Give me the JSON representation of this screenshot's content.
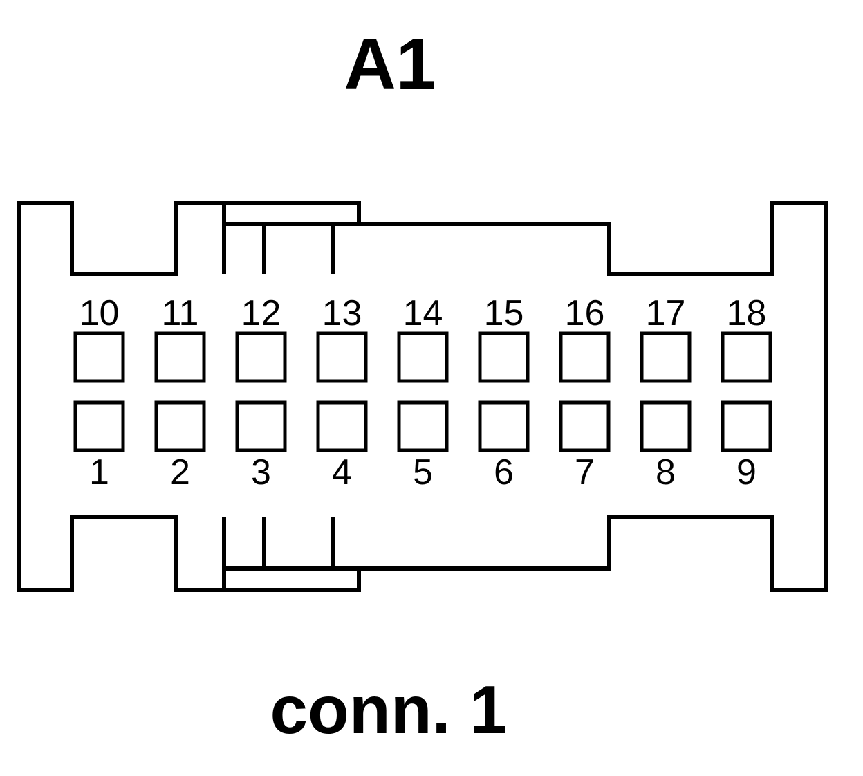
{
  "diagram": {
    "connector_id": "A1",
    "connector_caption": "conn. 1",
    "top_row_pins": [
      "10",
      "11",
      "12",
      "13",
      "14",
      "15",
      "16",
      "17",
      "18"
    ],
    "bottom_row_pins": [
      "1",
      "2",
      "3",
      "4",
      "5",
      "6",
      "7",
      "8",
      "9"
    ],
    "colors": {
      "line": "#000000",
      "background": "#ffffff"
    }
  }
}
